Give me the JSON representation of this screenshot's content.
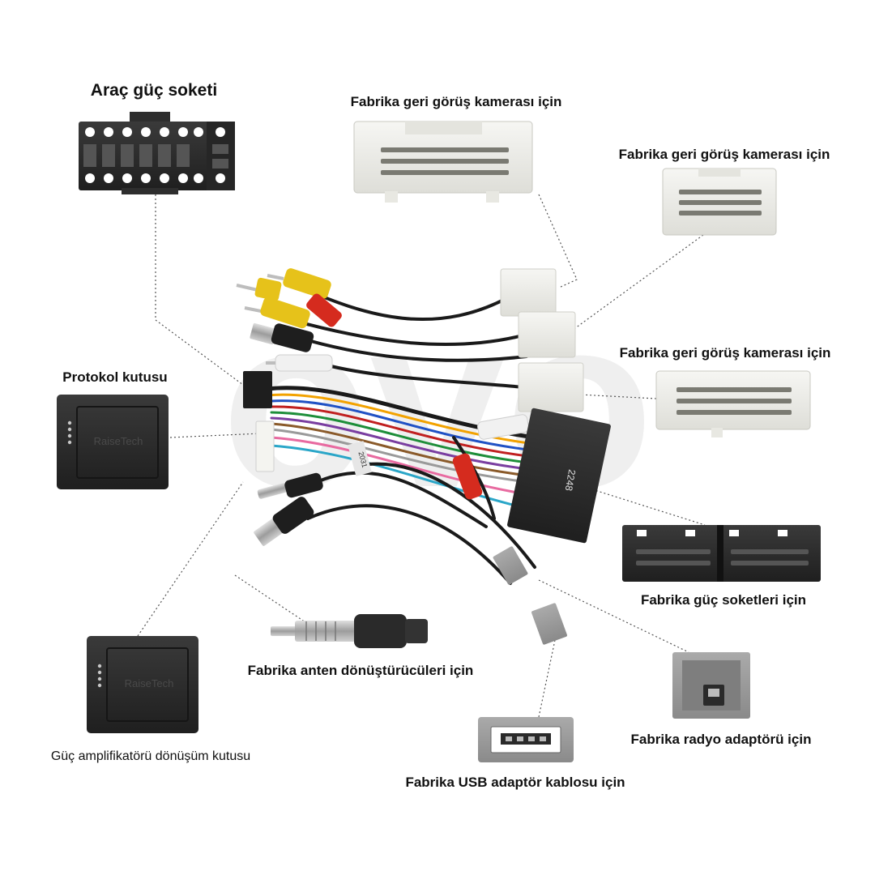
{
  "labels": {
    "vehicle_power_socket": "Araç güç soketi",
    "camera_top": "Fabrika geri görüş kamerası için",
    "camera_right_upper": "Fabrika geri görüş kamerası için",
    "camera_right_lower": "Fabrika geri görüş kamerası için",
    "protocol_box": "Protokol kutusu",
    "factory_power_sockets": "Fabrika güç soketleri için",
    "antenna_converters": "Fabrika anten dönüştürücüleri için",
    "radio_adapter": "Fabrika radyo adaptörü için",
    "amplifier_box": "Güç amplifikatörü dönüşüm kutusu",
    "usb_adapter_cable": "Fabrika USB adaptör kablosu için"
  },
  "box_brand": "RaiseTech",
  "connector_codes": [
    "2248",
    "2031"
  ],
  "watermark": "ovo",
  "colors": {
    "background": "#ffffff",
    "label_text": "#111111",
    "black_plastic": "#2a2a2a",
    "white_plastic": "#eeeeea",
    "grey_plastic": "#9a9a9a",
    "rca_yellow": "#e6c21a",
    "rca_red": "#d52b1e",
    "rca_white": "#f1f1f1",
    "leader_line": "#555555",
    "watermark": "#ececec"
  }
}
